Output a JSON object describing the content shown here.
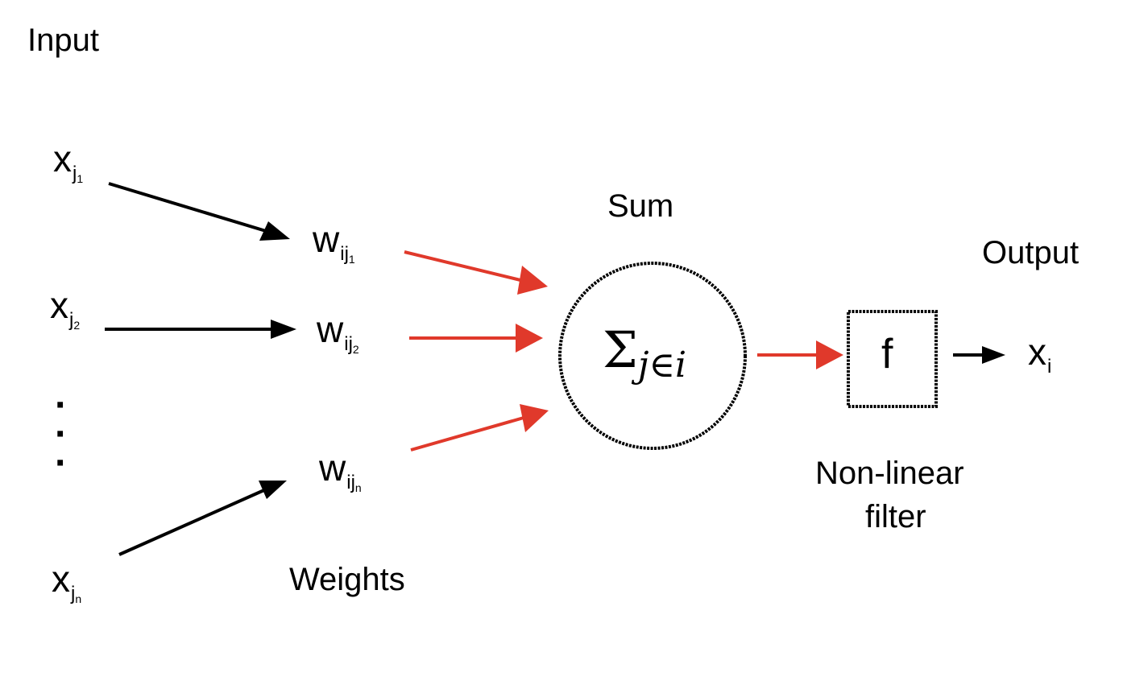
{
  "labels": {
    "input": "Input",
    "sum": "Sum",
    "output": "Output",
    "weights": "Weights",
    "filter_line1": "Non-linear",
    "filter_line2": "filter"
  },
  "inputs": [
    {
      "base": "x",
      "sub": "j",
      "subsub": "1"
    },
    {
      "base": "x",
      "sub": "j",
      "subsub": "2"
    },
    {
      "base": "x",
      "sub": "j",
      "subsub": "n"
    }
  ],
  "weights": [
    {
      "base": "w",
      "sub": "ij",
      "subsub": "1"
    },
    {
      "base": "w",
      "sub": "ij",
      "subsub": "2"
    },
    {
      "base": "w",
      "sub": "ij",
      "subsub": "n"
    }
  ],
  "ellipsis": "·\n·\n·",
  "sum_symbol": "Σ",
  "sum_index": "j∈i",
  "filter_symbol": "f",
  "output_var": {
    "base": "x",
    "sub": "i"
  },
  "colors": {
    "black_arrow": "#000000",
    "red_arrow": "#e0392b"
  }
}
